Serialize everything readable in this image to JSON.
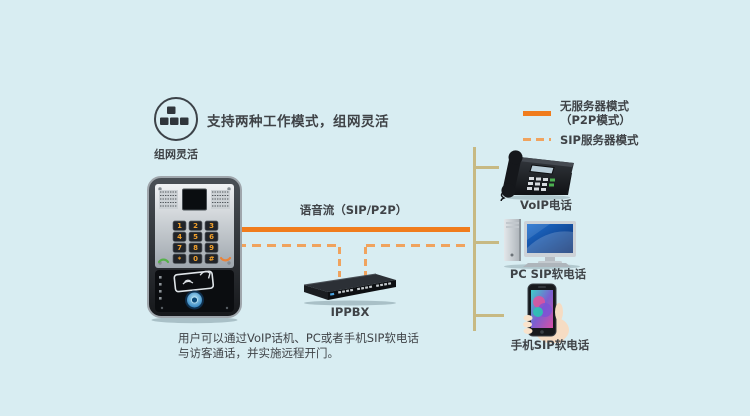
{
  "colors": {
    "background": "#d8edf2",
    "p2p_line": "#f07c1d",
    "sip_line": "#f0a35e",
    "branch_line": "#c7b983",
    "text": "#3f4347",
    "keypad_digit": "#f2a12c"
  },
  "feature": {
    "caption": "组网灵活",
    "heading": "支持两种工作模式，组网灵活"
  },
  "legend": {
    "p2p_line1": "无服务器模式",
    "p2p_line2": "（P2P模式）",
    "sip": "SIP服务器模式"
  },
  "flow_label": "语音流（SIP/P2P）",
  "door_phone": {
    "keys": [
      "1",
      "2",
      "3",
      "4",
      "5",
      "6",
      "7",
      "8",
      "9",
      "*",
      "0",
      "#"
    ]
  },
  "labels": {
    "ippbx": "IPPBX",
    "voip": "VoIP电话",
    "pc": "PC SIP软电话",
    "mobile": "手机SIP软电话"
  },
  "description": {
    "line1": "用户可以通过VoIP话机、PC或者手机SIP软电话",
    "line2": "与访客通话，并实施远程开门。"
  }
}
